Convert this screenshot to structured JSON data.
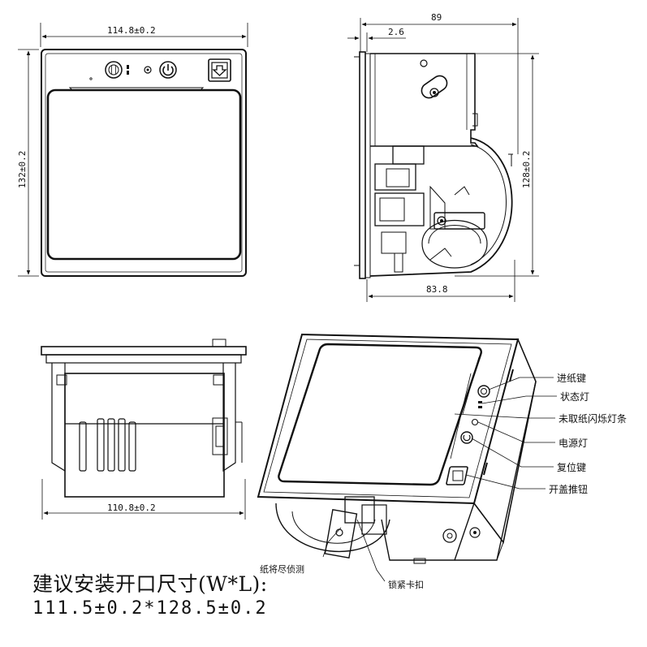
{
  "dimensions": {
    "front_width": "114.8±0.2",
    "front_height": "132±0.2",
    "side_depth": "89",
    "side_bezel": "2.6",
    "side_height": "128±0.2",
    "side_bottom_depth": "83.8",
    "bottom_width": "110.8±0.2"
  },
  "callouts": {
    "feed_button": "进纸键",
    "status_light": "状态灯",
    "paper_not_taken_strip": "未取纸闪烁灯条",
    "power_light": "电源灯",
    "reset_button": "复位键",
    "cover_open_button": "开盖推钮",
    "paper_end_sensor": "纸将尽侦测",
    "lock_clip": "锁紧卡扣"
  },
  "cutout": {
    "title": "建议安装开口尺寸(W*L):",
    "value": "111.5±0.2*128.5±0.2"
  }
}
